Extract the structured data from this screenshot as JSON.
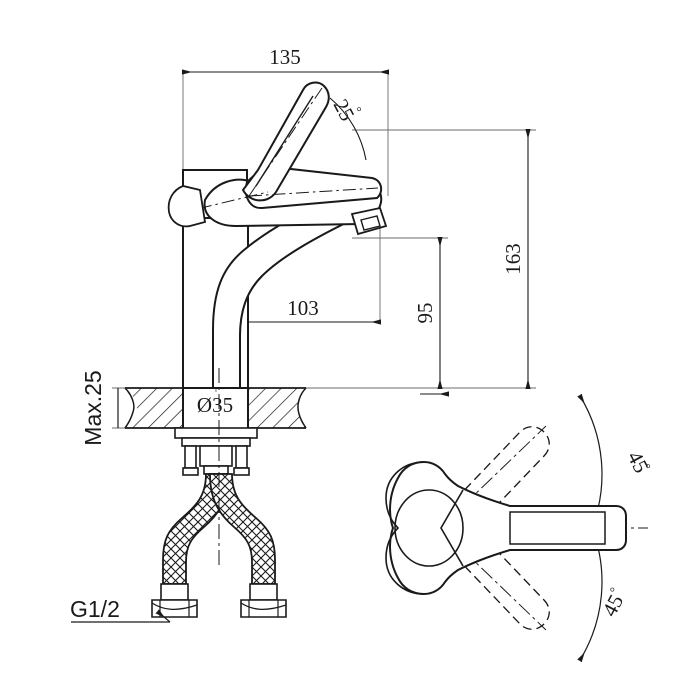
{
  "drawing": {
    "type": "engineering-technical-drawing",
    "subject": "single-lever basin faucet / mixer tap",
    "line_color": "#1a1a1a",
    "background_color": "#ffffff",
    "views": {
      "front_elevation": "left-main",
      "top_plan": "right-lower"
    }
  },
  "dimensions": {
    "overall_width": "135",
    "overall_height": "163",
    "spout_height": "95",
    "spout_reach": "103",
    "mounting_hole_diameter": "Ø35",
    "max_deck_thickness": "Max.25",
    "inlet_thread": "G1/2",
    "handle_lift_angle": "25",
    "swivel_angle_left": "45",
    "swivel_angle_right": "45",
    "degree_symbol": "°"
  },
  "labels": {
    "width_135": "135",
    "height_163": "163",
    "height_95": "95",
    "reach_103": "103",
    "hole_dia": "Ø35",
    "deck_max": "Max.25",
    "thread": "G1/2",
    "angle_25": "25",
    "angle_45_top": "45",
    "angle_45_bottom": "45"
  }
}
